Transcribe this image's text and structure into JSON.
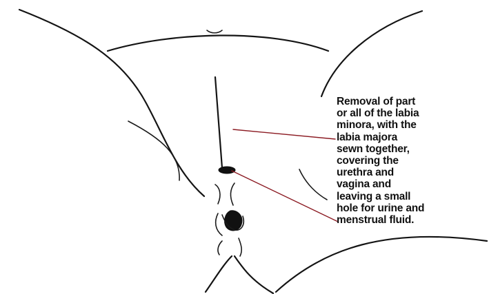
{
  "caption": {
    "lines": [
      "Removal of part",
      "or all of the labia",
      "minora, with the",
      "labia majora",
      "sewn together,",
      "covering the",
      "urethra and",
      "vagina and",
      "leaving a small",
      "hole for urine and",
      "menstrual fluid."
    ]
  },
  "colors": {
    "line": "#141414",
    "leader": "#8b1a22",
    "background": "#ffffff"
  }
}
